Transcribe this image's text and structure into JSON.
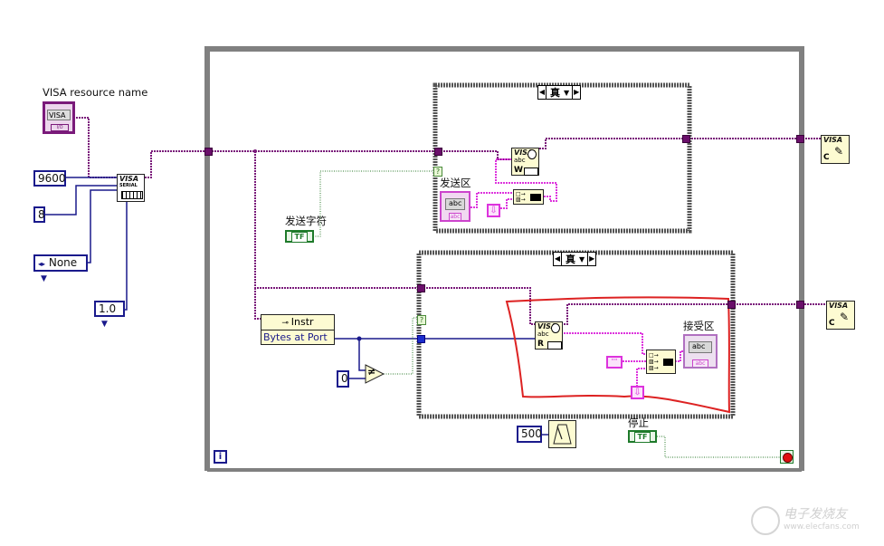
{
  "diagram": {
    "title": "LabVIEW serial port block diagram",
    "controls": {
      "visa_resource": {
        "label": "VISA resource name",
        "value": "VISA",
        "footer": "I/O"
      },
      "baud_rate": {
        "value": "9600"
      },
      "data_bits": {
        "value": "8"
      },
      "parity": {
        "value": "None"
      },
      "stop_bits": {
        "value": "1.0"
      },
      "send_bool": {
        "label": "发送字符",
        "value": "TF"
      },
      "stop_bool": {
        "label": "停止",
        "value": "TF"
      },
      "send_area": {
        "label": "发送区",
        "value": "abc",
        "footer": "abc"
      },
      "receive_area": {
        "label": "接受区",
        "value": "abc",
        "footer": "abc"
      }
    },
    "constants": {
      "zero": "0",
      "wait_ms": "500"
    },
    "nodes": {
      "serial_config": {
        "title": "VISA",
        "sub": "SERIAL"
      },
      "visa_write": {
        "title": "VISA",
        "sub": "abc",
        "mode": "W"
      },
      "visa_read": {
        "title": "VISA",
        "sub": "abc",
        "mode": "R"
      },
      "visa_close_1": {
        "title": "VISA",
        "mode": "C"
      },
      "visa_close_2": {
        "title": "VISA",
        "mode": "C"
      },
      "property_node": {
        "class": "Instr",
        "property": "Bytes at Port"
      },
      "not_equal": {
        "symbol": "≠"
      },
      "loop_iteration": {
        "symbol": "i"
      }
    },
    "case_structures": [
      {
        "selector": "真"
      },
      {
        "selector": "真"
      }
    ],
    "selector_terminal": "?",
    "watermark": {
      "text": "电子发烧友",
      "url": "www.elecfans.com"
    }
  }
}
